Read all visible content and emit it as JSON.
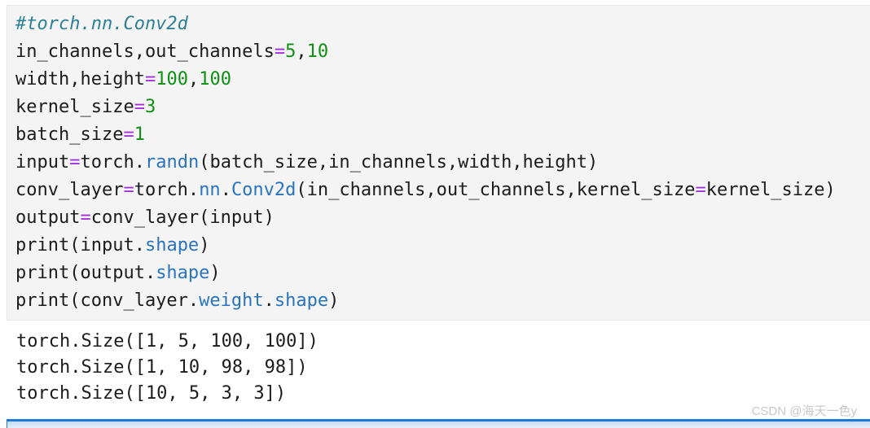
{
  "colors": {
    "page-bg": "#ffffff",
    "code-bg": "#f4f4f4",
    "code-border": "#e7e7e7",
    "text": "#1c1c1c",
    "comment": "#2e8195",
    "operator": "#a330dd",
    "number": "#0f9014",
    "identifier": "#2a74bd",
    "watermark": "#c8c8c8",
    "bar-border": "#1f78d4",
    "bar-fill-top": "#c3dcf5",
    "bar-fill-bottom": "#e6f0fb"
  },
  "code_block": {
    "language": "python",
    "lines": [
      [
        {
          "c": "comment",
          "t": "#torch.nn.Conv2d"
        }
      ],
      [
        {
          "c": "plain",
          "t": "in_channels,out_channels"
        },
        {
          "c": "op",
          "t": "="
        },
        {
          "c": "num",
          "t": "5"
        },
        {
          "c": "plain",
          "t": ","
        },
        {
          "c": "num",
          "t": "10"
        }
      ],
      [
        {
          "c": "plain",
          "t": "width,height"
        },
        {
          "c": "op",
          "t": "="
        },
        {
          "c": "num",
          "t": "100"
        },
        {
          "c": "plain",
          "t": ","
        },
        {
          "c": "num",
          "t": "100"
        }
      ],
      [
        {
          "c": "plain",
          "t": "kernel_size"
        },
        {
          "c": "op",
          "t": "="
        },
        {
          "c": "num",
          "t": "3"
        }
      ],
      [
        {
          "c": "plain",
          "t": "batch_size"
        },
        {
          "c": "op",
          "t": "="
        },
        {
          "c": "num",
          "t": "1"
        }
      ],
      [
        {
          "c": "plain",
          "t": "input"
        },
        {
          "c": "op",
          "t": "="
        },
        {
          "c": "plain",
          "t": "torch."
        },
        {
          "c": "fn",
          "t": "randn"
        },
        {
          "c": "plain",
          "t": "(batch_size,in_channels,width,height)"
        }
      ],
      [
        {
          "c": "plain",
          "t": "conv_layer"
        },
        {
          "c": "op",
          "t": "="
        },
        {
          "c": "plain",
          "t": "torch."
        },
        {
          "c": "fn",
          "t": "nn"
        },
        {
          "c": "plain",
          "t": "."
        },
        {
          "c": "fn",
          "t": "Conv2d"
        },
        {
          "c": "plain",
          "t": "(in_channels,out_channels,kernel_size"
        },
        {
          "c": "op",
          "t": "="
        },
        {
          "c": "plain",
          "t": "kernel_size)"
        }
      ],
      [
        {
          "c": "plain",
          "t": "output"
        },
        {
          "c": "op",
          "t": "="
        },
        {
          "c": "plain",
          "t": "conv_layer(input)"
        }
      ],
      [
        {
          "c": "plain",
          "t": "print(input."
        },
        {
          "c": "fn",
          "t": "shape"
        },
        {
          "c": "plain",
          "t": ")"
        }
      ],
      [
        {
          "c": "plain",
          "t": "print(output."
        },
        {
          "c": "fn",
          "t": "shape"
        },
        {
          "c": "plain",
          "t": ")"
        }
      ],
      [
        {
          "c": "plain",
          "t": "print(conv_layer."
        },
        {
          "c": "fn",
          "t": "weight"
        },
        {
          "c": "plain",
          "t": "."
        },
        {
          "c": "fn",
          "t": "shape"
        },
        {
          "c": "plain",
          "t": ")"
        }
      ]
    ]
  },
  "output_block": {
    "lines": [
      "torch.Size([1, 5, 100, 100])",
      "torch.Size([1, 10, 98, 98])",
      "torch.Size([10, 5, 3, 3])"
    ]
  },
  "watermark": {
    "text": "CSDN @海天一色y"
  }
}
